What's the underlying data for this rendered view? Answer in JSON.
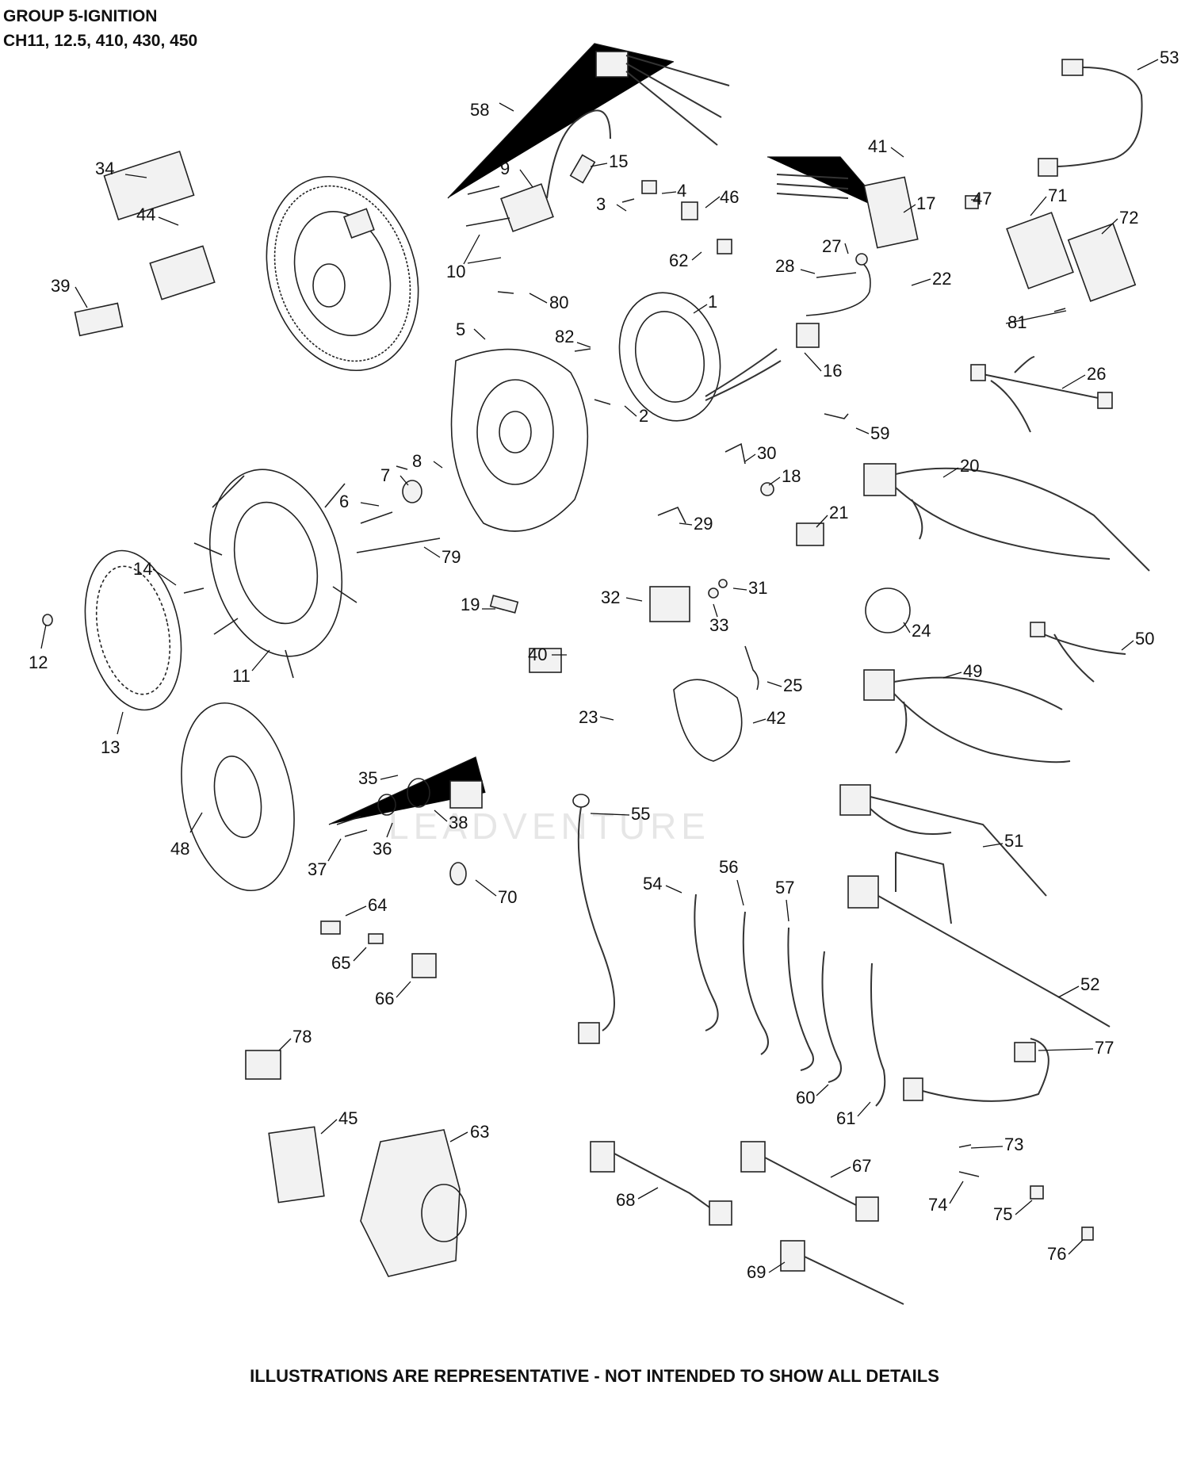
{
  "title": "GROUP 5-IGNITION",
  "subtitle": "CH11, 12.5, 410, 430, 450",
  "footer": "ILLUSTRATIONS ARE REPRESENTATIVE - NOT INTENDED TO SHOW ALL DETAILS",
  "watermark": "LEADVENTURE",
  "callouts": [
    "1",
    "2",
    "3",
    "4",
    "5",
    "6",
    "7",
    "8",
    "9",
    "10",
    "11",
    "12",
    "13",
    "14",
    "15",
    "16",
    "17",
    "18",
    "19",
    "20",
    "21",
    "22",
    "23",
    "24",
    "25",
    "26",
    "27",
    "28",
    "29",
    "30",
    "31",
    "32",
    "33",
    "34",
    "35",
    "36",
    "37",
    "38",
    "39",
    "40",
    "41",
    "42",
    "44",
    "45",
    "46",
    "47",
    "48",
    "49",
    "50",
    "51",
    "52",
    "53",
    "54",
    "55",
    "56",
    "57",
    "58",
    "59",
    "60",
    "61",
    "62",
    "63",
    "64",
    "65",
    "66",
    "67",
    "68",
    "69",
    "70",
    "71",
    "72",
    "73",
    "74",
    "75",
    "76",
    "77",
    "78",
    "79",
    "80",
    "81",
    "82"
  ]
}
